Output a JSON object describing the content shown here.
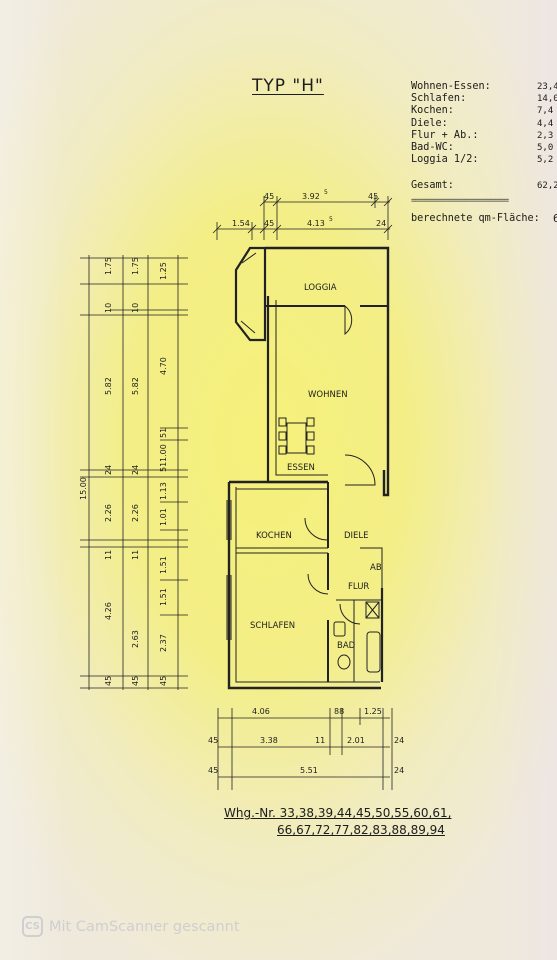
{
  "title": "TYP \"H\"",
  "areas": [
    {
      "label": "Wohnen-Essen:",
      "value": "23,4"
    },
    {
      "label": "Schlafen:",
      "value": "14,0"
    },
    {
      "label": "Kochen:",
      "value": "7,4"
    },
    {
      "label": "Diele:",
      "value": "4,4"
    },
    {
      "label": "Flur + Ab.:",
      "value": "2,3"
    },
    {
      "label": "Bad-WC:",
      "value": "5,0"
    },
    {
      "label": "Loggia 1/2:",
      "value": "5,2"
    }
  ],
  "total": {
    "label": "Gesamt:",
    "value": "62,2"
  },
  "calculated": {
    "label": "berechnete qm-Fläche:",
    "value": "6"
  },
  "rooms": {
    "loggia": "LOGGIA",
    "wohnen": "WOHNEN",
    "essen": "ESSEN",
    "kochen": "KOCHEN",
    "diele": "DIELE",
    "ab": "AB",
    "flur": "FLUR",
    "schlafen": "SCHLAFEN",
    "bad": "BAD"
  },
  "dims_top": {
    "a": "45",
    "b": "3.92",
    "b_sup": "5",
    "c": "45",
    "d": "1.54",
    "e": "45",
    "f": "4.13",
    "f_sup": "5",
    "g": "24"
  },
  "dims_left": {
    "total": "15.00",
    "c1": [
      "1.75",
      "10",
      "5.82",
      "24",
      "2.26",
      "11",
      "4.26",
      "45"
    ],
    "c2": [
      "1.75",
      "10",
      "5.82",
      "24",
      "2.26",
      "11",
      "2.63",
      "45"
    ],
    "c3": [
      "1.25",
      "4.70",
      "51",
      "1.00",
      "51",
      "1.13",
      "1.01",
      "1.51",
      "1.51",
      "2.37",
      "45"
    ]
  },
  "dims_bottom": {
    "r1": [
      "4.06",
      "88",
      "1.25"
    ],
    "r2": [
      "45",
      "3.38",
      "11",
      "2.01",
      "24"
    ],
    "r3": [
      "45",
      "5.51",
      "24"
    ]
  },
  "whg": {
    "line1": "Whg.-Nr. 33,38,39,44,45,50,55,60,61,",
    "line2": "66,67,72,77,82,83,88,89,94"
  },
  "watermark": {
    "logo": "CS",
    "text": "Mit CamScanner gescannt"
  }
}
